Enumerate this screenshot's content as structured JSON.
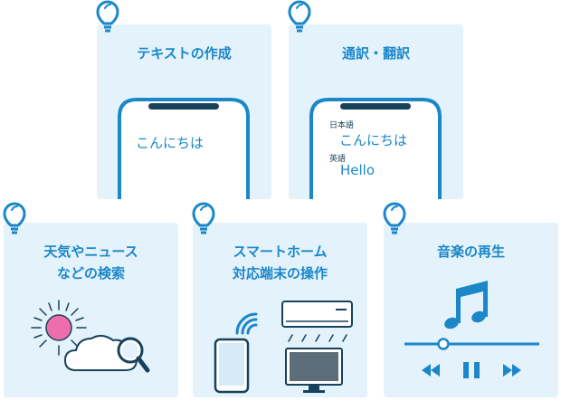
{
  "colors": {
    "card_bg": "#e3f2fb",
    "accent": "#1b87c9",
    "ink": "#18425c",
    "highlight": "#ee6dad"
  },
  "cards": [
    {
      "id": "text-creation",
      "title_lines": [
        "テキストの作成"
      ],
      "phone_text": "こんにちは"
    },
    {
      "id": "translation",
      "title_lines": [
        "通訳・翻訳"
      ],
      "source_lang": "日本語",
      "source_text": "こんにちは",
      "target_lang": "英語",
      "target_text": "Hello"
    },
    {
      "id": "weather-news",
      "title_lines": [
        "天気やニュース",
        "などの検索"
      ]
    },
    {
      "id": "smart-home",
      "title_lines": [
        "スマートホーム",
        "対応端末の操作"
      ]
    },
    {
      "id": "music",
      "title_lines": [
        "音楽の再生"
      ]
    }
  ],
  "icons": [
    "lightbulb-icon",
    "phone-icon",
    "sun-icon",
    "cloud-icon",
    "magnifier-icon",
    "wifi-icon",
    "air-conditioner-icon",
    "tv-icon",
    "music-note-icon",
    "rewind-icon",
    "pause-icon",
    "fast-forward-icon"
  ]
}
